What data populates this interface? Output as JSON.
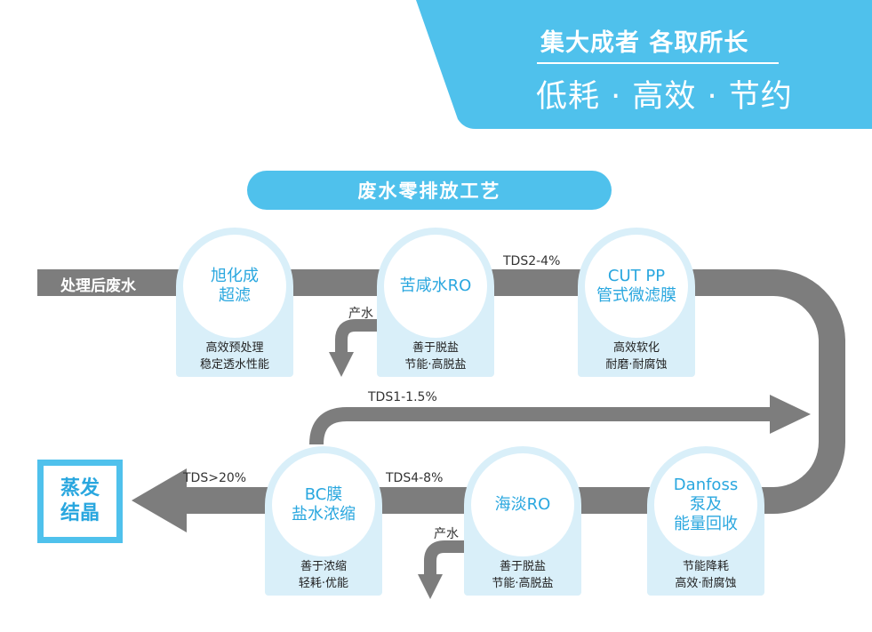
{
  "header": {
    "title": "集大成者 各取所长",
    "subtitle": "低耗 · 高效 · 节约"
  },
  "process_title": "废水零排放工艺",
  "input_label": "处理后废水",
  "flow_labels": {
    "tds_2_4": "TDS2-4%",
    "tds_1_1_5": "TDS1-1.5%",
    "tds_4_8": "TDS4-8%",
    "tds_gt_20": "TDS>20%",
    "product_water_1": "产水",
    "product_water_2": "产水"
  },
  "units": [
    {
      "name_line1": "旭化成",
      "name_line2": "超滤",
      "desc_line1": "高效预处理",
      "desc_line2": "稳定透水性能"
    },
    {
      "name_line1": "苦咸水RO",
      "name_line2": "",
      "desc_line1": "善于脱盐",
      "desc_line2": "节能·高脱盐"
    },
    {
      "name_line1": "CUT PP",
      "name_line2": "管式微滤膜",
      "desc_line1": "高效软化",
      "desc_line2": "耐磨·耐腐蚀"
    },
    {
      "name_line1": "Danfoss",
      "name_line2": "泵及",
      "name_line3": "能量回收",
      "desc_line1": "节能降耗",
      "desc_line2": "高效·耐腐蚀"
    },
    {
      "name_line1": "海淡RO",
      "name_line2": "",
      "desc_line1": "善于脱盐",
      "desc_line2": "节能·高脱盐"
    },
    {
      "name_line1": "BC膜",
      "name_line2": "盐水浓缩",
      "desc_line1": "善于浓缩",
      "desc_line2": "轻耗·优能"
    }
  ],
  "output": {
    "line1": "蒸发",
    "line2": "结晶"
  },
  "colors": {
    "accent": "#4fc1ec",
    "pipe": "#7d7d7d",
    "card_bg": "#d9eff9",
    "name_text": "#2aa7df"
  }
}
